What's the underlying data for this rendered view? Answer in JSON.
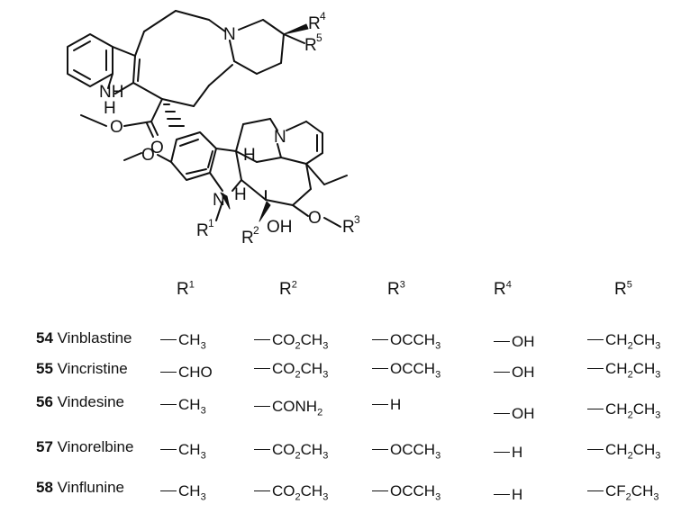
{
  "structure": {
    "atoms": {
      "n_top": "N",
      "nh": "NH",
      "h_on_nh": "H",
      "r4_r": "R",
      "r4_sup": "4",
      "r5_r": "R",
      "r5_sup": "5",
      "ester_o1": "O",
      "ester_o2": "O",
      "methoxy_o": "O",
      "n_lower": "N",
      "n_ring": "N",
      "h_upper": "H",
      "h_lower": "H",
      "r1_r": "R",
      "r1_sup": "1",
      "r2_r": "R",
      "r2_sup": "2",
      "oh": "OH",
      "o_r3": "O",
      "r3_r": "R",
      "r3_sup": "3"
    }
  },
  "table": {
    "headers": [
      {
        "base": "R",
        "sup": "1"
      },
      {
        "base": "R",
        "sup": "2"
      },
      {
        "base": "R",
        "sup": "3"
      },
      {
        "base": "R",
        "sup": "4"
      },
      {
        "base": "R",
        "sup": "5"
      }
    ],
    "rows": [
      {
        "num": "54",
        "name": " Vinblastine",
        "r1": [
          "CH",
          "3",
          ""
        ],
        "r2": [
          "CO",
          "2",
          "CH",
          "3"
        ],
        "r3": "OCCH",
        "r3sub": "3",
        "r4": "OH",
        "r5": [
          "CH",
          "2",
          "CH",
          "3"
        ]
      },
      {
        "num": "55",
        "name": " Vincristine",
        "r1": [
          "CHO",
          "",
          ""
        ],
        "r2": [
          "CO",
          "2",
          "CH",
          "3"
        ],
        "r3": "OCCH",
        "r3sub": "3",
        "r4": "OH",
        "r5": [
          "CH",
          "2",
          "CH",
          "3"
        ]
      },
      {
        "num": "56",
        "name": " Vindesine",
        "r1": [
          "CH",
          "3",
          ""
        ],
        "r2": [
          "CONH",
          "2",
          "",
          ""
        ],
        "r3": "H",
        "r3sub": "",
        "r4": "OH",
        "r5": [
          "CH",
          "2",
          "CH",
          "3"
        ]
      },
      {
        "num": "57",
        "name": " Vinorelbine",
        "r1": [
          "CH",
          "3",
          ""
        ],
        "r2": [
          "CO",
          "2",
          "CH",
          "3"
        ],
        "r3": "OCCH",
        "r3sub": "3",
        "r4": "H",
        "r5": [
          "CH",
          "2",
          "CH",
          "3"
        ]
      },
      {
        "num": "58",
        "name": " Vinflunine",
        "r1": [
          "CH",
          "3",
          ""
        ],
        "r2": [
          "CO",
          "2",
          "CH",
          "3"
        ],
        "r3": "OCCH",
        "r3sub": "3",
        "r4": "H",
        "r5": [
          "CF",
          "2",
          "CH",
          "3"
        ]
      }
    ]
  }
}
